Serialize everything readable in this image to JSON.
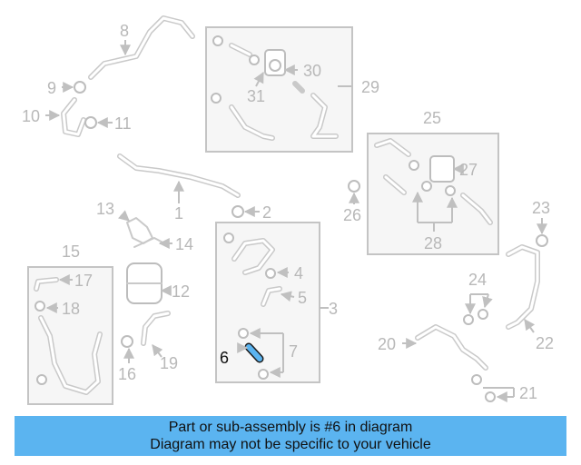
{
  "callouts": {
    "c1": "1",
    "c2": "2",
    "c3": "3",
    "c4": "4",
    "c5": "5",
    "c6": "6",
    "c7": "7",
    "c8": "8",
    "c9": "9",
    "c10": "10",
    "c11": "11",
    "c12": "12",
    "c13": "13",
    "c14": "14",
    "c15": "15",
    "c16": "16",
    "c17": "17",
    "c18": "18",
    "c19": "19",
    "c20": "20",
    "c21": "21",
    "c22": "22",
    "c23": "23",
    "c24": "24",
    "c25": "25",
    "c26": "26",
    "c27": "27",
    "c28": "28",
    "c29": "29",
    "c30": "30",
    "c31": "31"
  },
  "highlight": {
    "part": "6",
    "color": "#5bb4f0"
  },
  "banner": {
    "line1": "Part or sub-assembly is #6 in diagram",
    "line2": "Diagram may not be specific to your vehicle",
    "background": "#5bb4f0"
  }
}
